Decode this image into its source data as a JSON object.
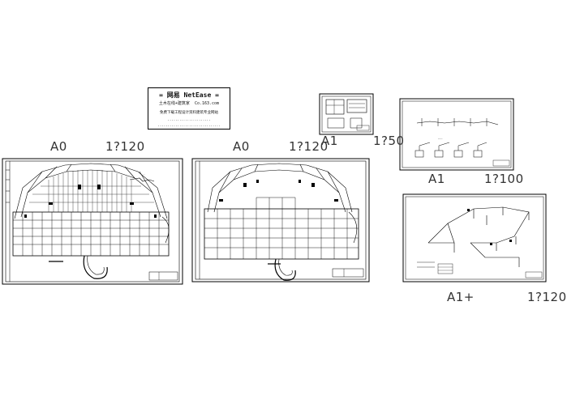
{
  "sheets": [
    {
      "id": "sheet1",
      "size_label": "A0",
      "scale_label": "1?120"
    },
    {
      "id": "sheet2",
      "size_label": "A0",
      "scale_label": "1?120"
    },
    {
      "id": "sheet3",
      "size_label": "A1",
      "scale_label": "1?50"
    },
    {
      "id": "sheet4",
      "size_label": "A1",
      "scale_label": "1?100"
    },
    {
      "id": "sheet5",
      "size_label": "A1+",
      "scale_label": "1?120"
    }
  ],
  "logo": {
    "line1": "= 网易 NetEase =",
    "line2": "土木在线+建筑家",
    "line3": "Co.163.com",
    "line4": "免费下载工程设计资料建筑专业网站",
    "line5": "......................",
    "line6": "................................"
  },
  "colors": {
    "ink": "#000000",
    "label": "#333333",
    "paper": "#ffffff"
  }
}
